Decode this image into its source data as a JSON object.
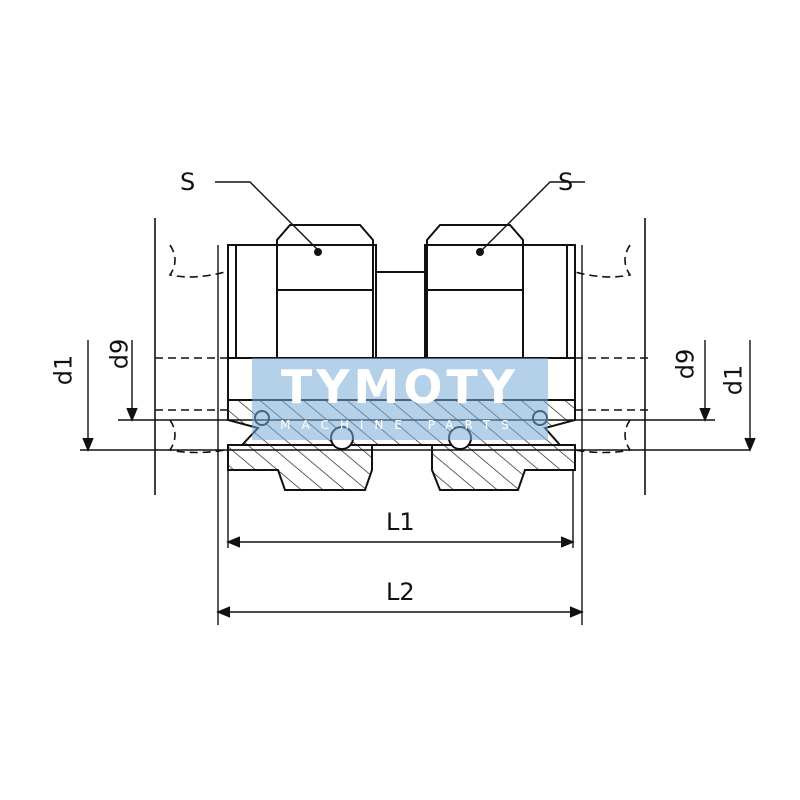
{
  "labels": {
    "s_left": "S",
    "s_right": "S",
    "d9_left": "d9",
    "d1_left": "d1",
    "d9_right": "d9",
    "d1_right": "d1",
    "l1": "L1",
    "l2": "L2"
  },
  "watermark": {
    "title": "TYMOTY",
    "subtitle": "MACHINE PARTS"
  },
  "colors": {
    "line": "#111111",
    "watermark": "#78aad7"
  }
}
